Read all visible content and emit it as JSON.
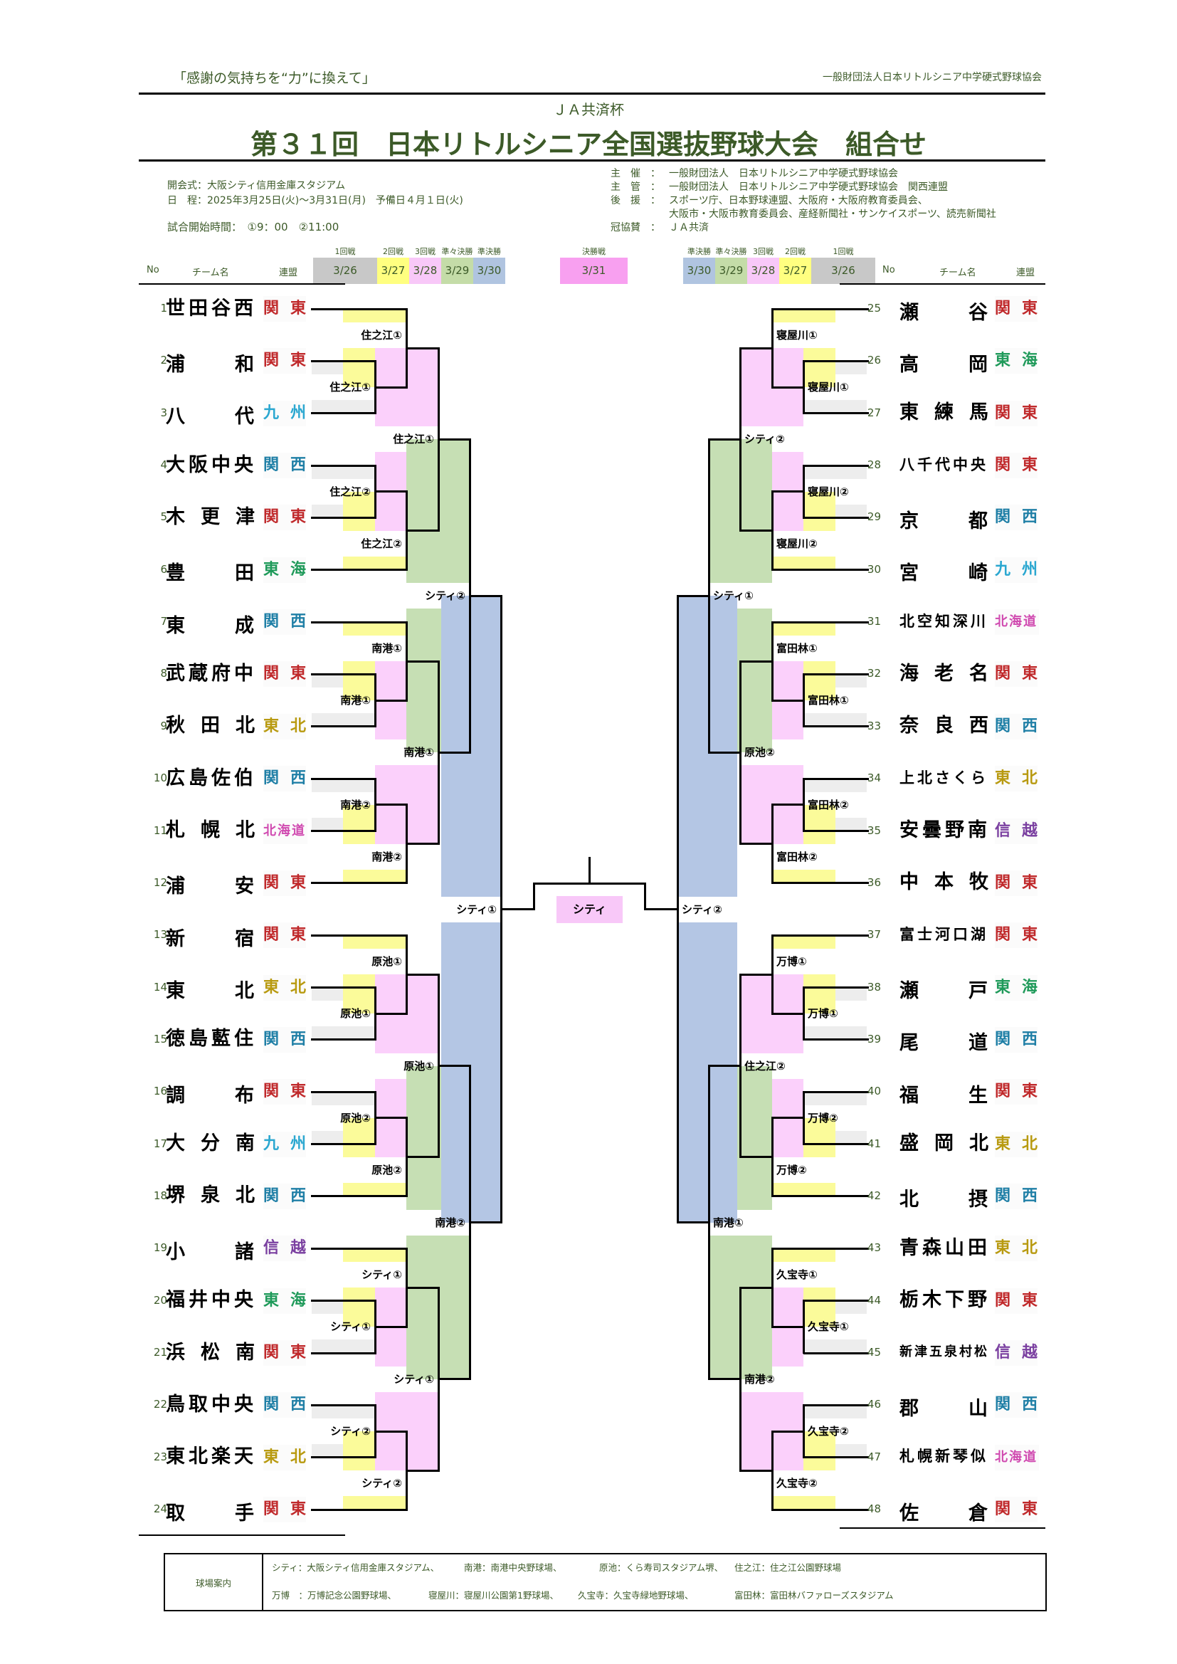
{
  "header": {
    "slogan": "「感謝の気持ちを“力”に換えて」",
    "org": "一般財団法人日本リトルシニア中学硬式野球協会",
    "cup": "ＪＡ共済杯",
    "title": "第３１回　日本リトルシニア全国選抜野球大会　組合せ"
  },
  "info_left": [
    "開会式：大阪シティ信用金庫スタジアム",
    "日　程：2025年3月25日(火)～3月31日(月)　予備日４月１日(火)",
    "試合開始時間：　①9：00　②11:00"
  ],
  "info_right": [
    {
      "label": "主　催　：",
      "value": "一般財団法人　日本リトルシニア中学硬式野球協会"
    },
    {
      "label": "主　管　：",
      "value": "一般財団法人　日本リトルシニア中学硬式野球協会　関西連盟"
    },
    {
      "label": "後　援　：",
      "value": "スポーツ庁、日本野球連盟、大阪府・大阪府教育委員会、"
    },
    {
      "label": "",
      "value": "大阪市・大阪市教育委員会、産経新聞社・サンケイスポーツ、読売新聞社"
    },
    {
      "label": "冠協賛　：",
      "value": "ＪＡ共済"
    }
  ],
  "columns": {
    "no": "No",
    "team": "チーム名",
    "league": "連盟"
  },
  "rounds_left": [
    {
      "name": "1回戦",
      "date": "3/26",
      "color": "#c8c8c8"
    },
    {
      "name": "2回戦",
      "date": "3/27",
      "color": "#ffff80"
    },
    {
      "name": "3回戦",
      "date": "3/28",
      "color": "#f8c8f8"
    },
    {
      "name": "準々決勝",
      "date": "3/29",
      "color": "#c4dca8"
    },
    {
      "name": "準決勝",
      "date": "3/30",
      "color": "#b0c4e0"
    }
  ],
  "final_round": {
    "name": "決勝戦",
    "date": "3/31",
    "color": "#f8a0f0"
  },
  "rounds_right": [
    {
      "name": "準決勝",
      "date": "3/30",
      "color": "#b0c4e0"
    },
    {
      "name": "準々決勝",
      "date": "3/29",
      "color": "#c4dca8"
    },
    {
      "name": "3回戦",
      "date": "3/28",
      "color": "#f8c8f8"
    },
    {
      "name": "2回戦",
      "date": "3/27",
      "color": "#ffff80"
    },
    {
      "name": "1回戦",
      "date": "3/26",
      "color": "#c8c8c8"
    }
  ],
  "league_colors": {
    "関東": "#c0292b",
    "関西": "#1f7fa6",
    "九州": "#2aa7d0",
    "東海": "#1f9a5a",
    "東北": "#b89a10",
    "北海道": "#d04ab0",
    "信越": "#7a3fa0"
  },
  "shade_colors": {
    "r1": "#ededed",
    "r2": "#fbfb9a",
    "r3": "#fbd0fb",
    "qf": "#c6dfb4",
    "sf": "#b4c6e4"
  },
  "teams_left": [
    {
      "no": "1",
      "name": "世田谷西",
      "league": "関東"
    },
    {
      "no": "2",
      "name": "浦和",
      "league": "関東"
    },
    {
      "no": "3",
      "name": "八代",
      "league": "九州"
    },
    {
      "no": "4",
      "name": "大阪中央",
      "league": "関西"
    },
    {
      "no": "5",
      "name": "木更津",
      "league": "関東"
    },
    {
      "no": "6",
      "name": "豊田",
      "league": "東海"
    },
    {
      "no": "7",
      "name": "東成",
      "league": "関西"
    },
    {
      "no": "8",
      "name": "武蔵府中",
      "league": "関東"
    },
    {
      "no": "9",
      "name": "秋田北",
      "league": "東北"
    },
    {
      "no": "10",
      "name": "広島佐伯",
      "league": "関西"
    },
    {
      "no": "11",
      "name": "札幌北",
      "league": "北海道"
    },
    {
      "no": "12",
      "name": "浦安",
      "league": "関東"
    },
    {
      "no": "13",
      "name": "新宿",
      "league": "関東"
    },
    {
      "no": "14",
      "name": "東北",
      "league": "東北"
    },
    {
      "no": "15",
      "name": "徳島藍住",
      "league": "関西"
    },
    {
      "no": "16",
      "name": "調布",
      "league": "関東"
    },
    {
      "no": "17",
      "name": "大分南",
      "league": "九州"
    },
    {
      "no": "18",
      "name": "堺泉北",
      "league": "関西"
    },
    {
      "no": "19",
      "name": "小諸",
      "league": "信越"
    },
    {
      "no": "20",
      "name": "福井中央",
      "league": "東海"
    },
    {
      "no": "21",
      "name": "浜松南",
      "league": "関東"
    },
    {
      "no": "22",
      "name": "鳥取中央",
      "league": "関西"
    },
    {
      "no": "23",
      "name": "東北楽天",
      "league": "東北"
    },
    {
      "no": "24",
      "name": "取手",
      "league": "関東"
    }
  ],
  "teams_right": [
    {
      "no": "25",
      "name": "瀬谷",
      "league": "関東"
    },
    {
      "no": "26",
      "name": "高岡",
      "league": "東海"
    },
    {
      "no": "27",
      "name": "東練馬",
      "league": "関東"
    },
    {
      "no": "28",
      "name": "八千代中央",
      "league": "関東"
    },
    {
      "no": "29",
      "name": "京都",
      "league": "関西"
    },
    {
      "no": "30",
      "name": "宮崎",
      "league": "九州"
    },
    {
      "no": "31",
      "name": "北空知深川",
      "league": "北海道"
    },
    {
      "no": "32",
      "name": "海老名",
      "league": "関東"
    },
    {
      "no": "33",
      "name": "奈良西",
      "league": "関西"
    },
    {
      "no": "34",
      "name": "上北さくら",
      "league": "東北"
    },
    {
      "no": "35",
      "name": "安曇野南",
      "league": "信越"
    },
    {
      "no": "36",
      "name": "中本牧",
      "league": "関東"
    },
    {
      "no": "37",
      "name": "富士河口湖",
      "league": "関東"
    },
    {
      "no": "38",
      "name": "瀬戸",
      "league": "東海"
    },
    {
      "no": "39",
      "name": "尾道",
      "league": "関西"
    },
    {
      "no": "40",
      "name": "福生",
      "league": "関東"
    },
    {
      "no": "41",
      "name": "盛岡北",
      "league": "東北"
    },
    {
      "no": "42",
      "name": "北摂",
      "league": "関西"
    },
    {
      "no": "43",
      "name": "青森山田",
      "league": "東北"
    },
    {
      "no": "44",
      "name": "栃木下野",
      "league": "関東"
    },
    {
      "no": "45",
      "name": "新津五泉村松",
      "league": "信越"
    },
    {
      "no": "46",
      "name": "郡山",
      "league": "関西"
    },
    {
      "no": "47",
      "name": "札幌新琴似",
      "league": "北海道"
    },
    {
      "no": "48",
      "name": "佐倉",
      "league": "関東"
    }
  ],
  "venues_left": {
    "blocks": [
      {
        "r1a": "住之江①",
        "r2a": "住之江①",
        "r1b": "住之江②",
        "r2b": "住之江②",
        "r3": "住之江①"
      },
      {
        "r1a": "南港①",
        "r2a": "南港①",
        "r1b": "南港②",
        "r2b": "南港②",
        "r3": "南港①"
      },
      {
        "r1a": "原池①",
        "r2a": "原池①",
        "r1b": "原池②",
        "r2b": "原池②",
        "r3": "原池①"
      },
      {
        "r1a": "シティ①",
        "r2a": "シティ①",
        "r1b": "シティ②",
        "r2b": "シティ②",
        "r3": "シティ①"
      }
    ],
    "qf": [
      "シティ②",
      "南港②"
    ],
    "sf": "シティ①"
  },
  "venues_right": {
    "blocks": [
      {
        "r1a": "寝屋川①",
        "r2a": "寝屋川①",
        "r1b": "寝屋川②",
        "r2b": "寝屋川②",
        "r3": "シティ②"
      },
      {
        "r1a": "富田林①",
        "r2a": "富田林①",
        "r1b": "富田林②",
        "r2b": "富田林②",
        "r3": "原池②"
      },
      {
        "r1a": "万博①",
        "r2a": "万博①",
        "r1b": "万博②",
        "r2b": "万博②",
        "r3": "住之江②"
      },
      {
        "r1a": "久宝寺①",
        "r2a": "久宝寺①",
        "r1b": "久宝寺②",
        "r2b": "久宝寺②",
        "r3": "南港②"
      }
    ],
    "qf": [
      "シティ①",
      "南港①"
    ],
    "sf": "シティ②"
  },
  "final_venue": "シティ",
  "footer": {
    "title": "球場案内",
    "row1": [
      "シティ：大阪シティ信用金庫スタジアム、",
      "南港：南港中央野球場、",
      "原池：くら寿司スタジアム堺、",
      "住之江：住之江公園野球場"
    ],
    "row2": [
      "万博　：万博記念公園野球場、",
      "寝屋川：寝屋川公園第1野球場、",
      "久宝寺：久宝寺緑地野球場、",
      "富田林：富田林バファローズスタジアム"
    ]
  }
}
